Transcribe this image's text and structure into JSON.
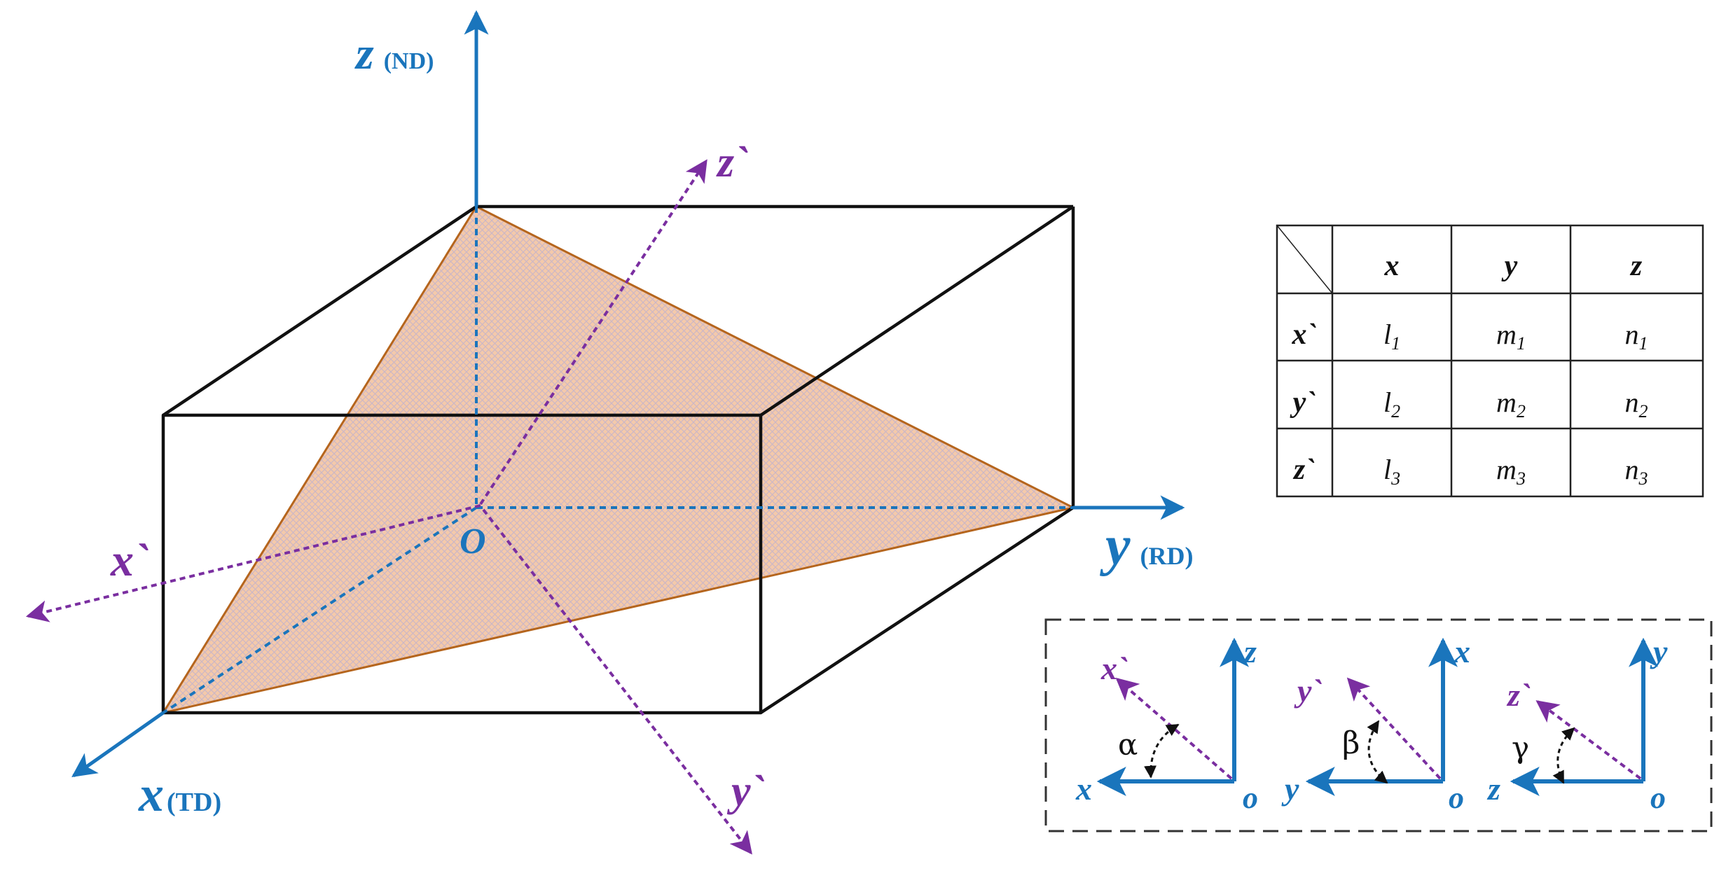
{
  "colors": {
    "axis_blue": "#1a75bc",
    "prime_purple": "#7a2ea0",
    "box_black": "#111111",
    "plane_fill": "#f2c6a8",
    "plane_edge": "#b5651d"
  },
  "main_axes": {
    "z_symbol": "z",
    "z_name": "(ND)",
    "y_symbol": "y",
    "y_name": "(RD)",
    "x_symbol": "x",
    "x_name": "(TD)",
    "origin": "O"
  },
  "prime_axes": {
    "x_prime": "x`",
    "y_prime": "y`",
    "z_prime": "z`"
  },
  "cosine_table": {
    "column_headers": [
      "x",
      "y",
      "z"
    ],
    "rows": [
      {
        "label": "x`",
        "cells": [
          "l",
          "m",
          "n"
        ],
        "subs": [
          "1",
          "1",
          "1"
        ]
      },
      {
        "label": "y`",
        "cells": [
          "l",
          "m",
          "n"
        ],
        "subs": [
          "2",
          "2",
          "2"
        ]
      },
      {
        "label": "z`",
        "cells": [
          "l",
          "m",
          "n"
        ],
        "subs": [
          "3",
          "3",
          "3"
        ]
      }
    ]
  },
  "angle_panels": [
    {
      "vertical": "z",
      "horizontal": "x",
      "rotated": "x`",
      "angle": "α",
      "origin": "o"
    },
    {
      "vertical": "x",
      "horizontal": "y",
      "rotated": "y`",
      "angle": "β",
      "origin": "o"
    },
    {
      "vertical": "y",
      "horizontal": "z",
      "rotated": "z`",
      "angle": "γ",
      "origin": "o"
    }
  ]
}
